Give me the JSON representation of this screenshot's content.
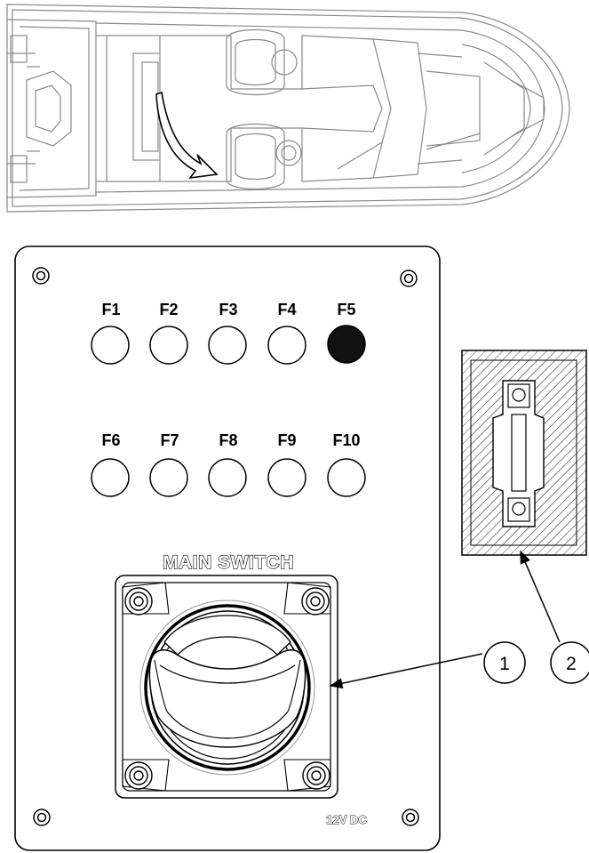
{
  "fuse_labels": [
    "F1",
    "F2",
    "F3",
    "F4",
    "F5",
    "F6",
    "F7",
    "F8",
    "F9",
    "F10"
  ],
  "highlighted_fuse": "F5",
  "main_switch_label": "MAIN SWITCH",
  "voltage_label": "12V DC",
  "callouts": [
    "1",
    "2"
  ],
  "colors": {
    "line": "#000000",
    "boat_line": "#8a8a8a",
    "highlight_fill": "#111111",
    "hatch": "#555555"
  }
}
